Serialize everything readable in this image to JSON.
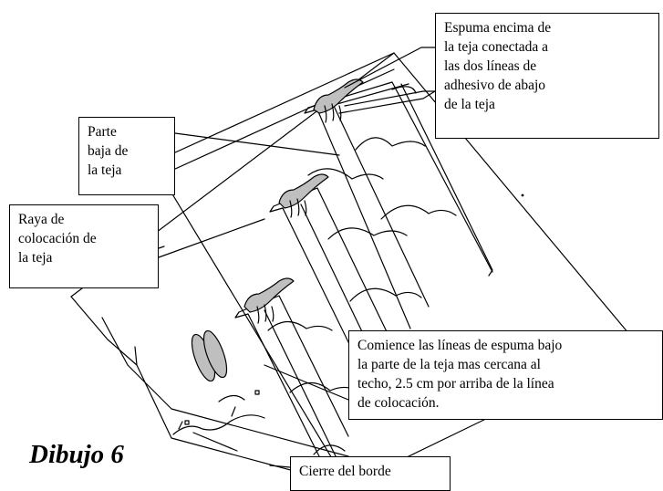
{
  "figure_title": "Dibujo 6",
  "callouts": {
    "foam_top": "Espuma encima de\nla teja conectada a\nlas dos líneas de\nadhesivo de abajo\nde la teja",
    "tile_bottom": "Parte\nbaja de\nla teja",
    "placement_line": "Raya de\ncolocación de\nla teja",
    "start_foam": "Comience las líneas de espuma bajo\nla parte de la teja mas cercana al\ntecho, 2.5 cm por arriba de la línea\nde colocación.",
    "edge_closure": "Cierre del borde"
  },
  "colors": {
    "line": "#000000",
    "foam_fill": "#bfbfbf",
    "paper": "#ffffff"
  }
}
